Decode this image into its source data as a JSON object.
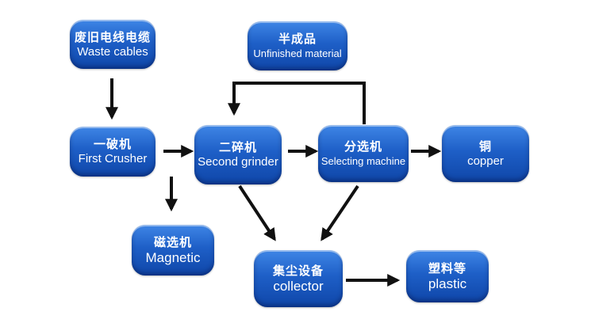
{
  "nodes": {
    "waste_cables": {
      "zh": "废旧电线电缆",
      "en": "Waste cables"
    },
    "unfinished": {
      "zh": "半成品",
      "en": "Unfinished material"
    },
    "first_crusher": {
      "zh": "一破机",
      "en": "First Crusher"
    },
    "second_grinder": {
      "zh": "二碎机",
      "en": "Second grinder"
    },
    "selecting": {
      "zh": "分选机",
      "en": "Selecting machine"
    },
    "copper": {
      "zh": "铜",
      "en": "copper"
    },
    "magnetic": {
      "zh": "磁选机",
      "en": "Magnetic"
    },
    "collector": {
      "zh": "集尘设备",
      "en": "collector"
    },
    "plastic": {
      "zh": "塑料等",
      "en": "plastic"
    }
  },
  "colors": {
    "node_top": "#3f86e6",
    "node_bottom": "#0f46a8",
    "arrow": "#111111"
  }
}
